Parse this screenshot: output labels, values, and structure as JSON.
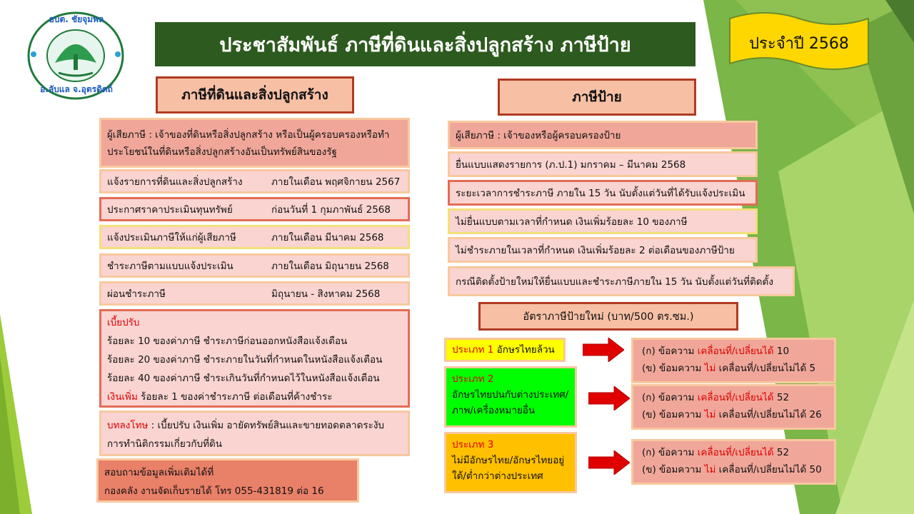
{
  "logo": {
    "text_top": "อบต. ชัยจุมพล",
    "text_bottom": "อ.ลับแล จ.อุตรดิตถ์"
  },
  "title": "ประชาสัมพันธ์  ภาษีที่ดินและสิ่งปลูกสร้าง ภาษีป้าย",
  "year_badge": "ประจำปี 2568",
  "land": {
    "header": "ภาษีที่ดินและสิ่งปลูกสร้าง",
    "payer_line1": "ผู้เสียภาษี : เจ้าของที่ดินหรือสิ่งปลูกสร้าง หรือเป็นผู้ครอบครองหรือทำ",
    "payer_line2": "ประโยชน์ในที่ดินหรือสิ่งปลูกสร้างอันเป็นทรัพย์สินของรัฐ",
    "schedule": [
      {
        "label": "แจ้งรายการที่ดินและสิ่งปลูกสร้าง",
        "value": "ภายในเดือน พฤศจิกายน 2567"
      },
      {
        "label": "ประกาศราคาประเมินทุนทรัพย์",
        "value": "ก่อนวันที่  1 กุมภาพันธ์ 2568"
      },
      {
        "label": "แจ้งประเมินภาษีให้แก่ผู้เสียภาษี",
        "value": "ภายในเดือน มีนาคม 2568"
      },
      {
        "label": "ชำระภาษีตามแบบแจ้งประเมิน",
        "value": "ภายในเดือน มิถุนายน 2568"
      },
      {
        "label": "ผ่อนชำระภาษี",
        "value": "มิถุนายน - สิงหาคม 2568"
      }
    ],
    "penalty_title": "เบี้ยปรับ",
    "penalty_lines": [
      "ร้อยละ 10 ของค่าภาษี ชำระภาษีก่อนออกหนังสือแจ้งเตือน",
      "ร้อยละ 20 ของค่าภาษี ชำระภายในวันที่กำหนดในหนังสือแจ้งเตือน",
      "ร้อยละ 40 ของค่าภาษี ชำระเกินวันที่กำหนดไว้ในหนังสือแจ้งเตือน"
    ],
    "surcharge_label": "เงินเพิ่ม",
    "surcharge_text": " ร้อยละ 1 ของค่าชำระภาษี ต่อเดือนที่ค้างชำระ",
    "punish_label": "บทลงโทษ",
    "punish_line1": " : เบี้ยปรับ เงินเพิ่ม อายัดทรัพย์สินและขายทอดตลาดระงับ",
    "punish_line2": "การทำนิติกรรมเกี่ยวกับที่ดิน",
    "contact_line1": "สอบถามข้อมูลเพิ่มเติมได้ที่",
    "contact_line2": "กองคลัง งานจัดเก็บรายได้ โทร 055-431819 ต่อ 16"
  },
  "sign": {
    "header": "ภาษีป้าย",
    "rows": [
      "ผู้เสียภาษี : เจ้าของหรือผู้ครอบครองป้าย",
      "ยื่นแบบแสดงรายการ (ภ.ป.1) มกราคม – มีนาคม 2568",
      "ระยะเวลาการชำระภาษี ภายใน 15 วัน นับตั้งแต่วันที่ได้รับแจ้งประเมิน",
      "ไม่ยื่นแบบตามเวลาที่กำหนด เงินเพิ่มร้อยละ 10 ของภาษี",
      "ไม่ชำระภายในเวลาที่กำหนด เงินเพิ่มร้อยละ 2 ต่อเดือนของภาษีป้าย",
      "กรณีติดตั้งป้ายใหม่ให้ยื่นแบบและชำระภาษีภายใน 15 วัน นับตั้งแต่วันที่ติดตั้ง"
    ],
    "rate_header": "อัตราภาษีป้ายใหม่ (บาท/500 ตร.ซม.)",
    "types": [
      {
        "name": "ประเภท 1",
        "desc": " อักษรไทยล้วน",
        "desc2": "",
        "bg": "#ffff00",
        "r1_pre": "(ก) ข้อความ ",
        "r1_red": "เคลื่อนที่/เปลี่ยนได้",
        "r1_val": " 10",
        "r2_pre": "(ข) ข้อมความ ",
        "r2_red": "ไม่",
        "r2_post": " เคลื่อนที่/เปลี่ยนไม่ได้ 5"
      },
      {
        "name": "ประเภท 2",
        "desc": "อักษรไทยปนกับต่างประเทศ/",
        "desc2": "ภาพ/เครื่องหมายอื่น",
        "bg": "#00ff00",
        "r1_pre": "(ก) ข้อความ ",
        "r1_red": "เคลื่อนที่/เปลี่ยนได้",
        "r1_val": " 52",
        "r2_pre": "(ข) ข้อมความ ",
        "r2_red": "ไม่",
        "r2_post": " เคลื่อนที่/เปลี่ยนไม่ได้ 26"
      },
      {
        "name": "ประเภท 3",
        "desc": "ไม่มีอักษรไทย/อักษรไทยอยู่",
        "desc2": "ใต้/ต่ำกว่าต่างประเทศ",
        "bg": "#ffc000",
        "r1_pre": "(ก) ข้อความ ",
        "r1_red": "เคลื่อนที่/เปลี่ยนได้",
        "r1_val": " 52",
        "r2_pre": "(ข) ข้อมความ ",
        "r2_red": "ไม่",
        "r2_post": " เคลื่อนที่/เปลี่ยนไม่ได้ 50"
      }
    ]
  },
  "colors": {
    "title_bg": "#2d5a1e",
    "badge_bg": "#ffd700",
    "accent_red": "#e00000",
    "arrow": "#e00000"
  }
}
